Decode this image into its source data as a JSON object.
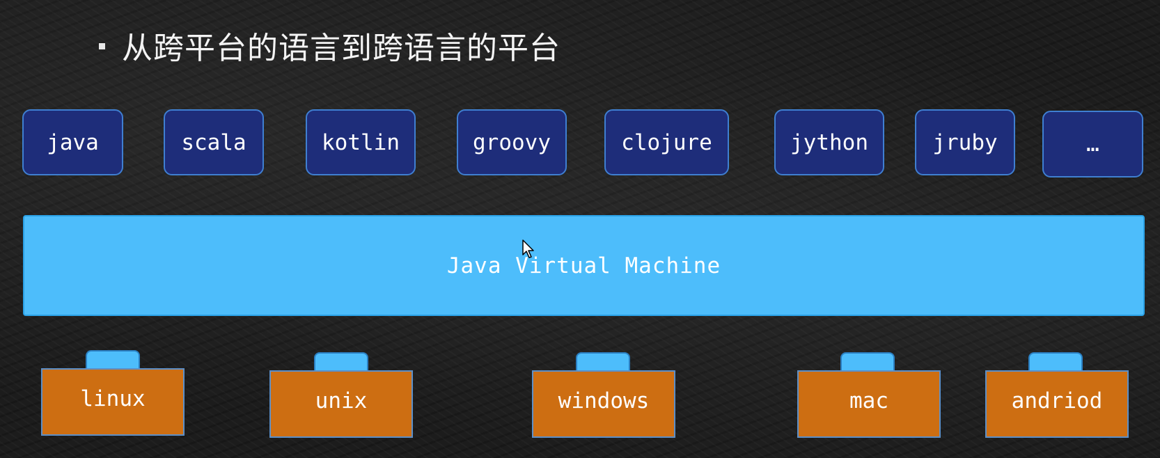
{
  "title": "从跨平台的语言到跨语言的平台",
  "languages": [
    "java",
    "scala",
    "kotlin",
    "groovy",
    "clojure",
    "jython",
    "jruby",
    "…"
  ],
  "jvm_label": "Java Virtual Machine",
  "platforms": [
    "linux",
    "unix",
    "windows",
    "mac",
    "andriod"
  ],
  "colors": {
    "language_box": "#1e2d7a",
    "language_border": "#3f7fd1",
    "jvm": "#4dbdfb",
    "platform_body": "#cd6e12",
    "platform_tab": "#4dbdfb"
  }
}
